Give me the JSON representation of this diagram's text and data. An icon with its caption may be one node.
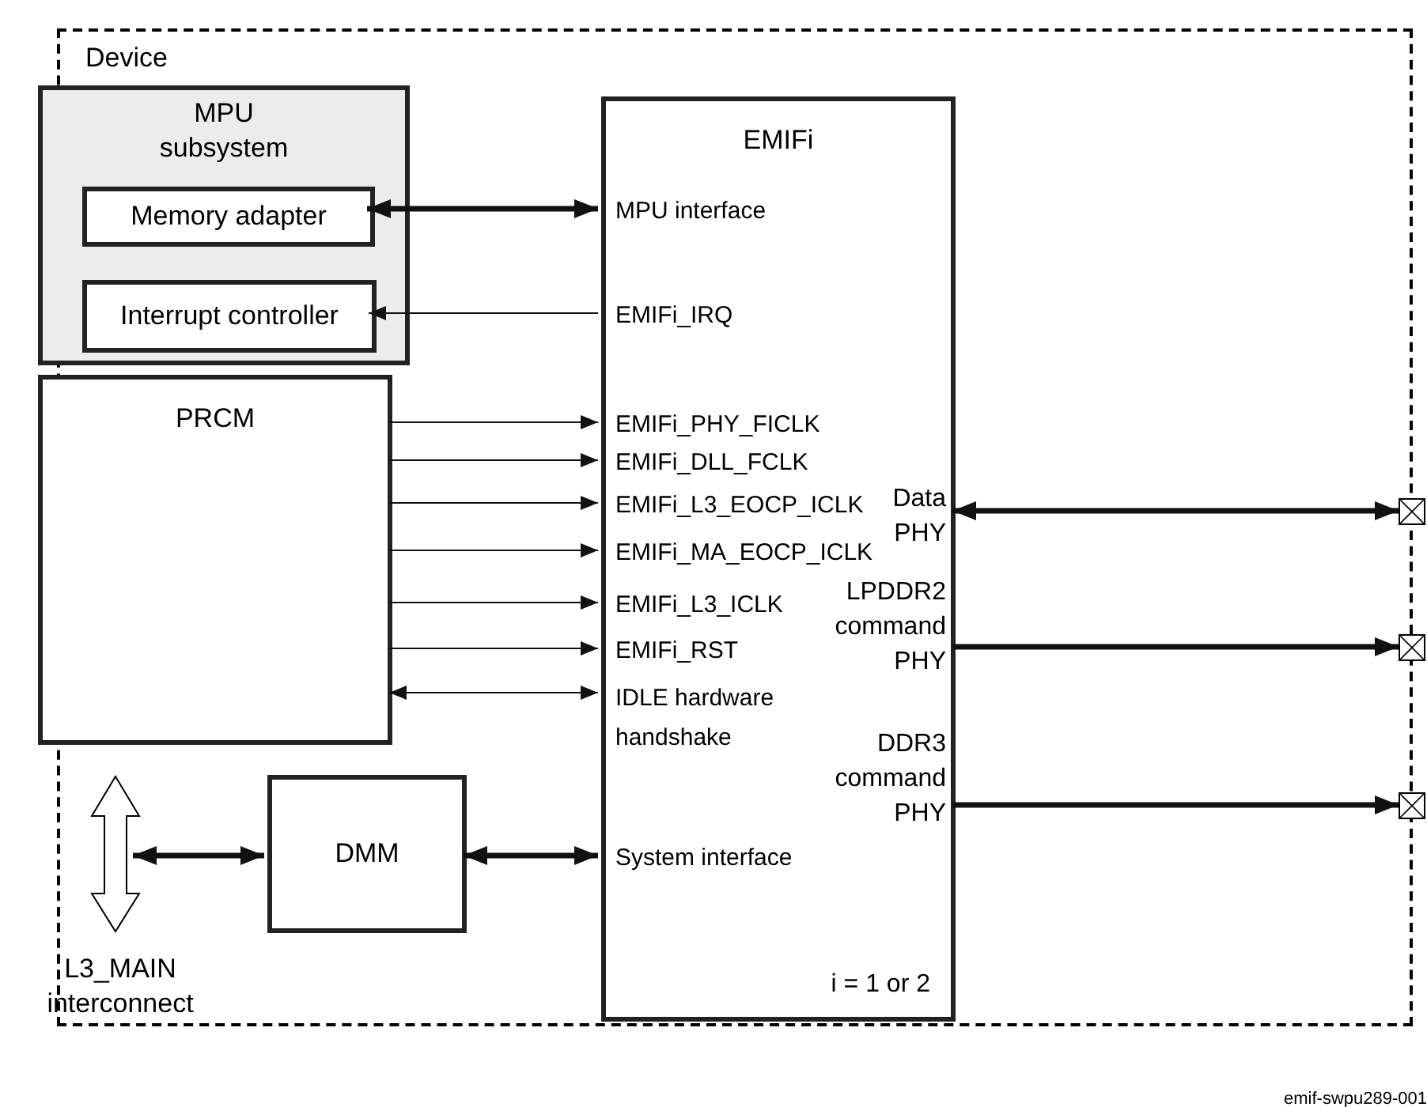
{
  "diagram": {
    "nodes": [
      {
        "text": [
          "Device"
        ]
      },
      {
        "text": [
          "MPU subsystem"
        ],
        "in": 0
      },
      {
        "text": [
          "Memory adapter"
        ],
        "in": 1
      },
      {
        "text": [
          "Interrupt controller"
        ],
        "in": 1
      },
      {
        "text": [
          "PRCM"
        ],
        "in": 0
      },
      {
        "text": [
          "EMIFi"
        ],
        "in": 0
      },
      {
        "text": [
          "DMM"
        ],
        "in": 0
      },
      {
        "text": [
          "L3_MAIN interconnect"
        ],
        "in": 0
      },
      {
        "text": [],
        "shape": "box"
      },
      {
        "text": [],
        "shape": "box"
      },
      {
        "text": [],
        "shape": "box"
      }
    ],
    "edges": [
      {
        "from": 2,
        "to": 5,
        "arrow": "both",
        "style": "thick"
      },
      {
        "from": 5,
        "to": 3,
        "arrow": "to"
      },
      {
        "from": 4,
        "to": 5,
        "arrow": "to"
      },
      {
        "from": 4,
        "to": 5,
        "arrow": "to"
      },
      {
        "from": 4,
        "to": 5,
        "arrow": "to"
      },
      {
        "from": 4,
        "to": 5,
        "arrow": "to"
      },
      {
        "from": 4,
        "to": 5,
        "arrow": "to"
      },
      {
        "from": 4,
        "to": 5,
        "arrow": "to"
      },
      {
        "from": 4,
        "to": 5,
        "arrow": "both"
      },
      {
        "from": 5,
        "to": 8,
        "arrow": "both",
        "style": "thick"
      },
      {
        "from": 5,
        "to": 9,
        "arrow": "to",
        "style": "thick"
      },
      {
        "from": 5,
        "to": 10,
        "arrow": "to",
        "style": "thick"
      },
      {
        "from": 7,
        "to": 6,
        "arrow": "both",
        "style": "thick"
      },
      {
        "from": 6,
        "to": 5,
        "arrow": "both",
        "style": "thick"
      }
    ],
    "labels": [
      "MPU interface",
      "EMIFi_IRQ",
      "EMIFi_PHY_FICLK",
      "EMIFi_DLL_FCLK",
      "EMIFi_L3_EOCP_ICLK",
      "EMIFi_MA_EOCP_ICLK",
      "EMIFi_L3_ICLK",
      "EMIFi_RST",
      "IDLE hardware handshake",
      "Data PHY",
      "LPDDR2 command PHY",
      "DDR3 command PHY",
      "System interface",
      "i = 1 or 2",
      "emif-swpu289-001"
    ]
  }
}
